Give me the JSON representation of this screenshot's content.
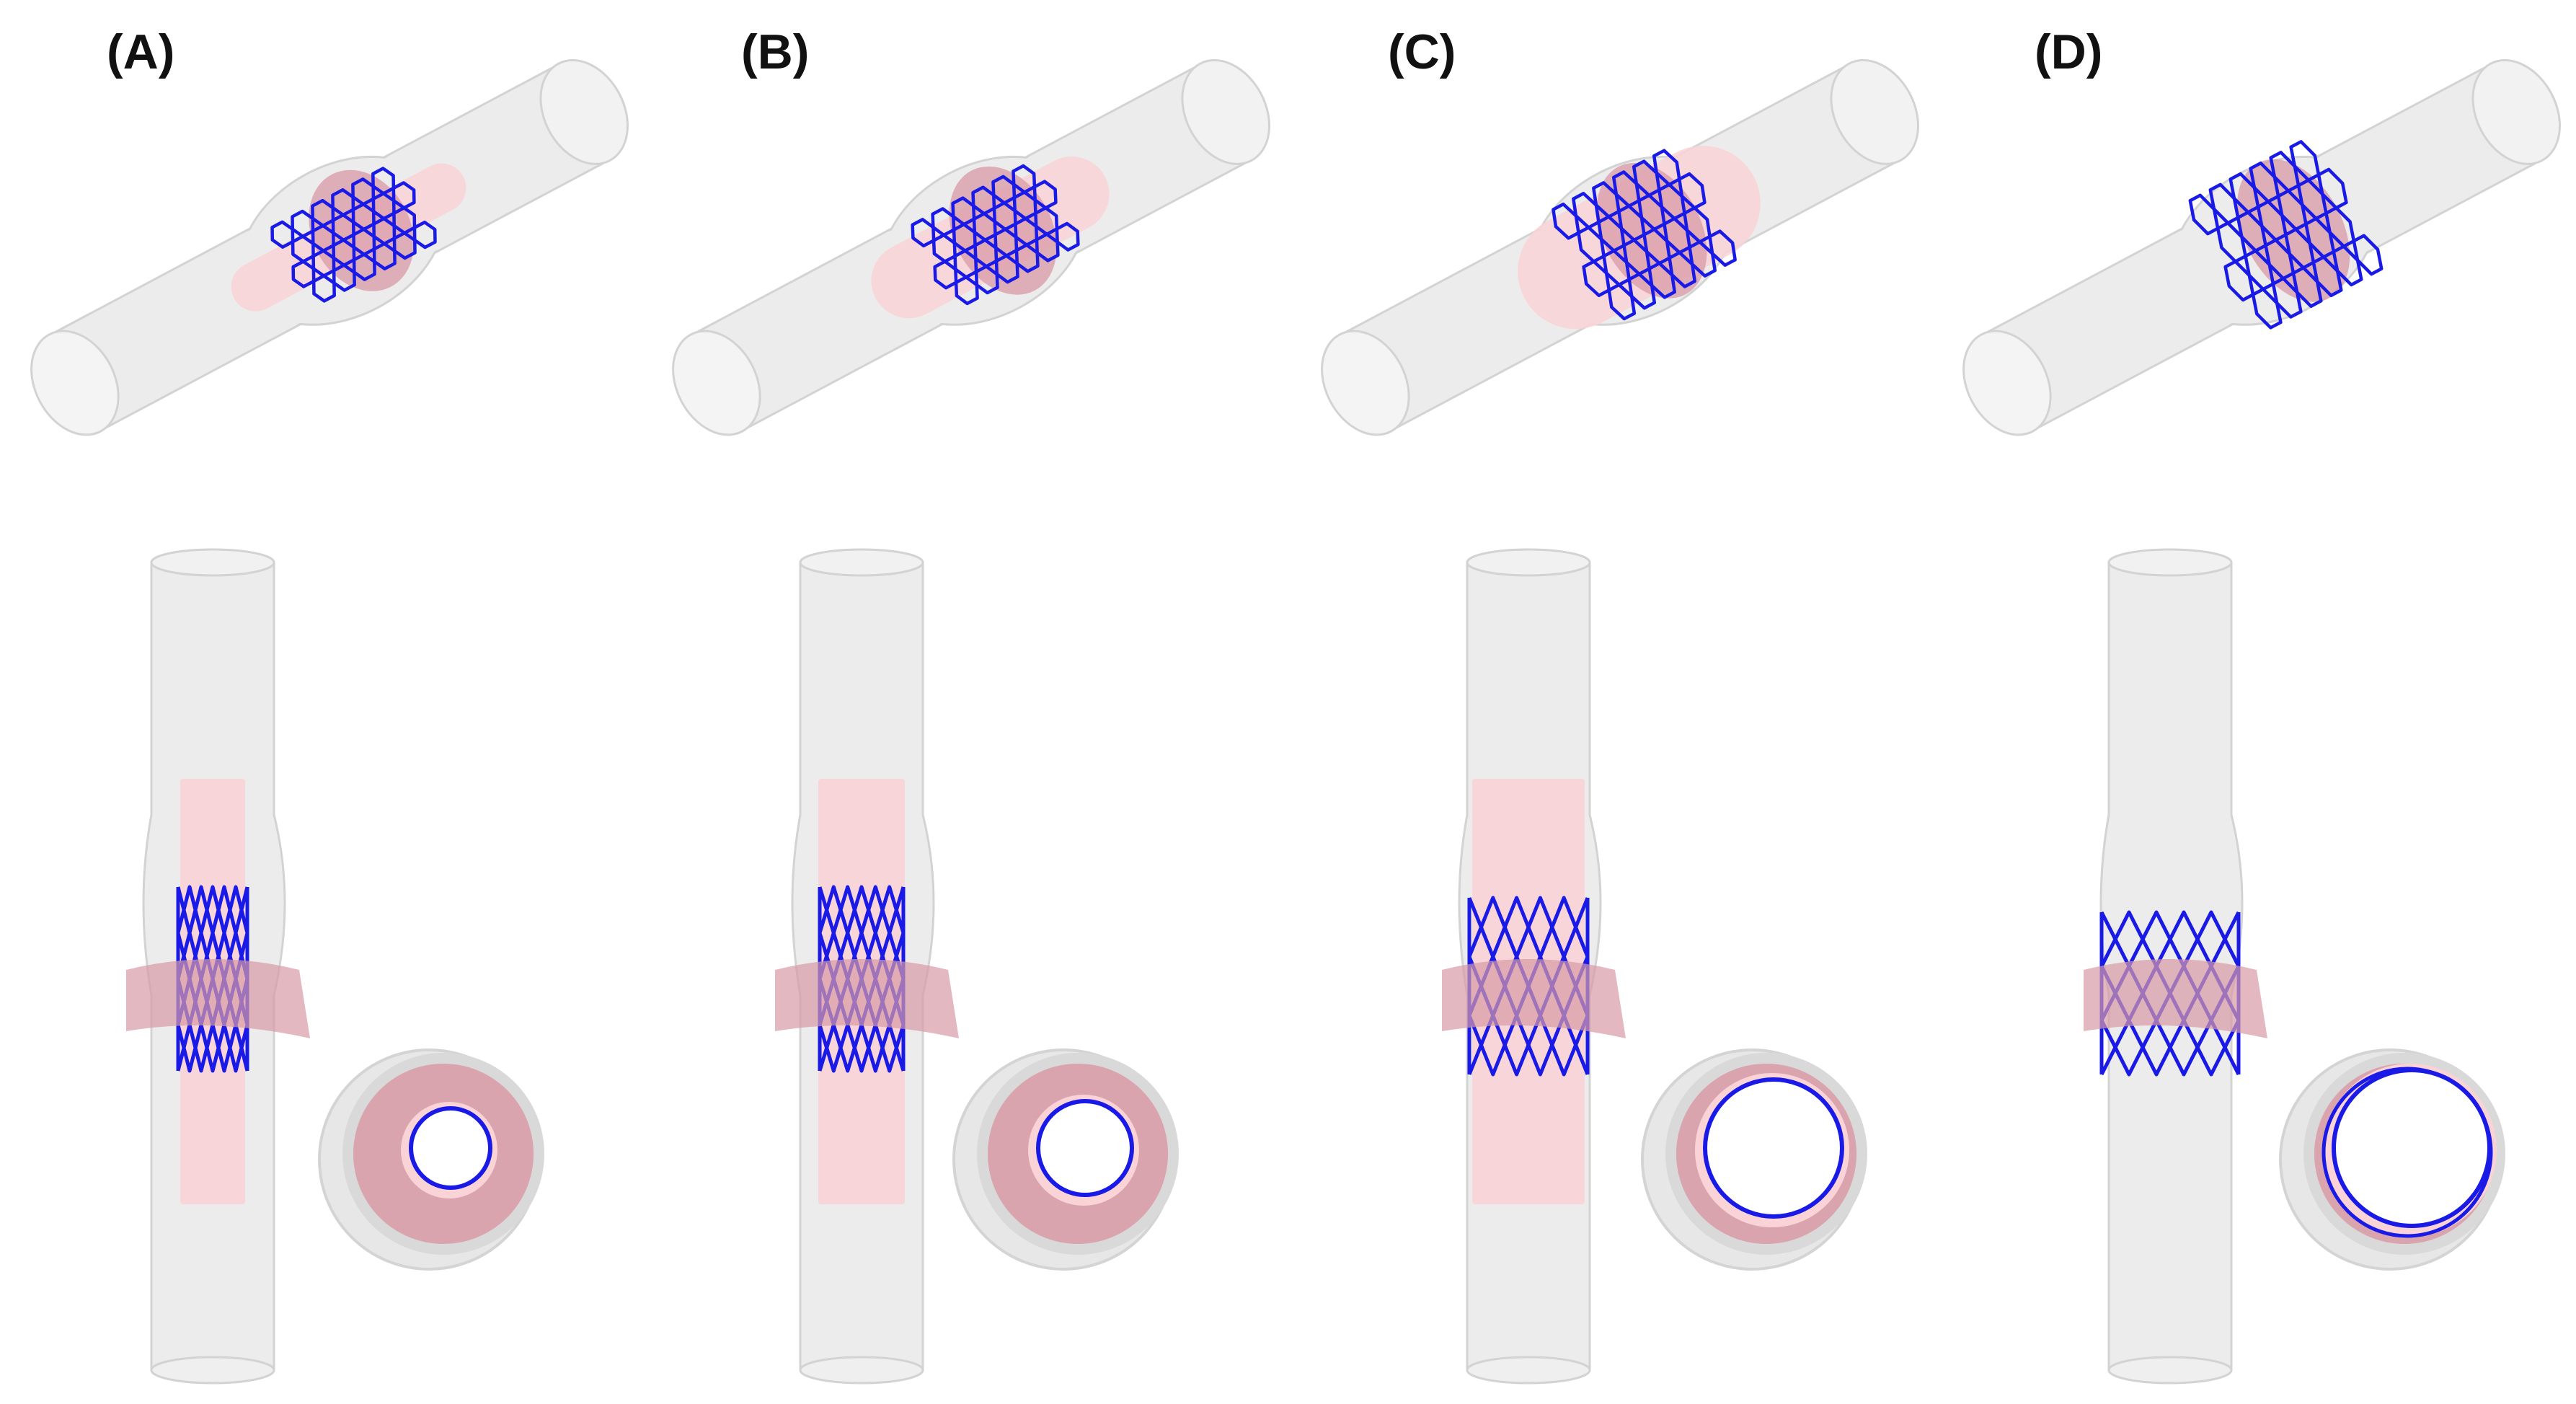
{
  "colors": {
    "vessel_fill": "#ececec",
    "vessel_edge": "#d3d3d3",
    "balloon_fill": "#f9d3d6",
    "plaque_fill": "#d89aa6",
    "plaque_dark": "#c88492",
    "stent_stroke": "#1a1ae6",
    "label_color": "#111111"
  },
  "panels": [
    {
      "label": "(A)",
      "stage": "early-expansion",
      "icons": [
        "vessel-oblique",
        "vessel-side",
        "vessel-cross-section"
      ]
    },
    {
      "label": "(B)",
      "stage": "partial-expansion",
      "icons": [
        "vessel-oblique",
        "vessel-side",
        "vessel-cross-section"
      ]
    },
    {
      "label": "(C)",
      "stage": "near-full-expansion",
      "icons": [
        "vessel-oblique",
        "vessel-side",
        "vessel-cross-section"
      ]
    },
    {
      "label": "(D)",
      "stage": "full-expansion",
      "icons": [
        "vessel-oblique",
        "vessel-side",
        "vessel-cross-section"
      ]
    }
  ]
}
